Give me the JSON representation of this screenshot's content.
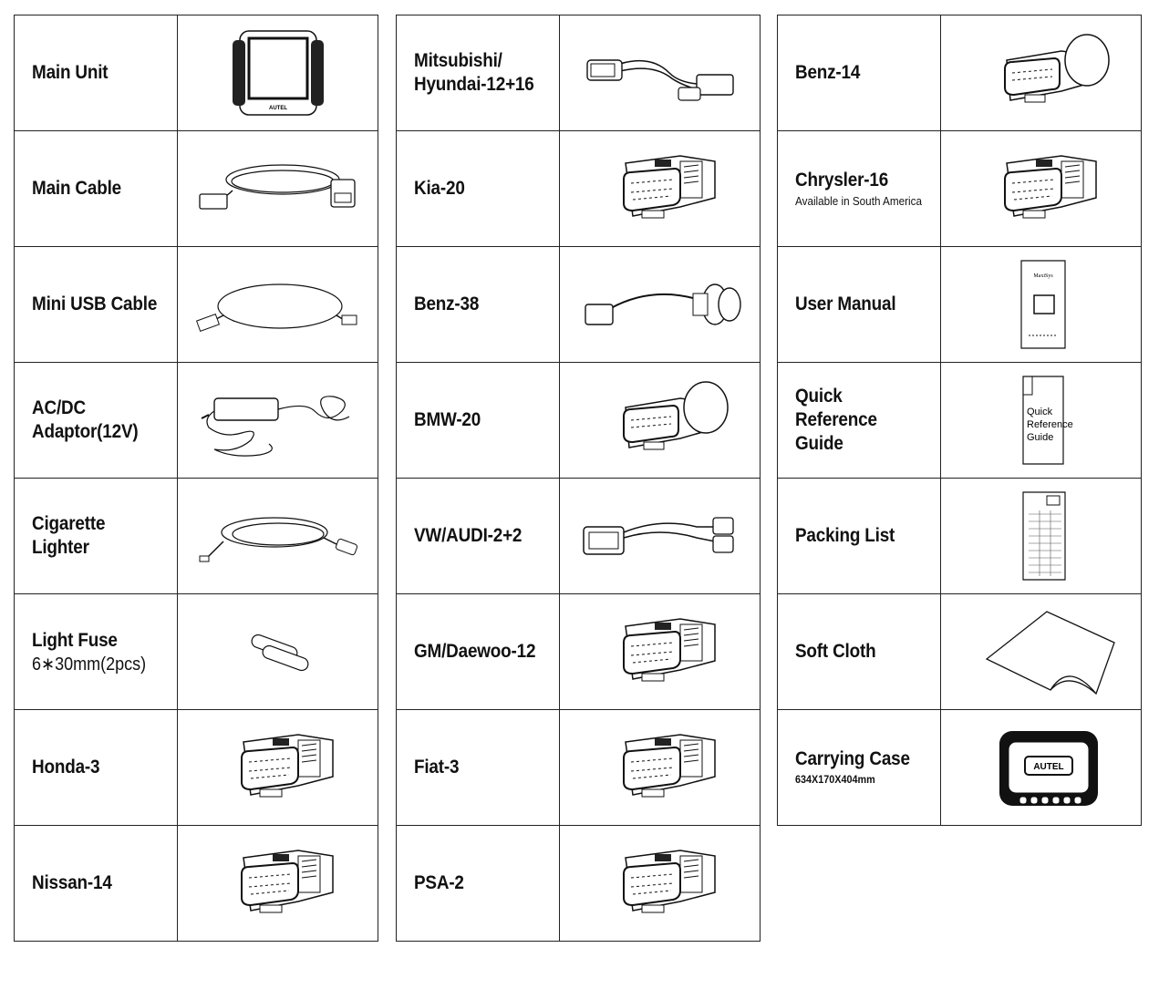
{
  "columns": [
    [
      {
        "label": "Main Unit",
        "sub": "",
        "icon": "tablet-icon"
      },
      {
        "label": "Main Cable",
        "sub": "",
        "icon": "obd-cable-icon"
      },
      {
        "label": "Mini USB Cable",
        "sub": "",
        "icon": "usb-cable-icon"
      },
      {
        "label": "AC/DC\nAdaptor(12V)",
        "sub": "",
        "icon": "power-adapter-icon"
      },
      {
        "label": "Cigarette Lighter",
        "sub": "",
        "icon": "cigarette-lighter-cable-icon"
      },
      {
        "label": "Light Fuse",
        "sub": "6∗30mm(2pcs)",
        "subStyle": "big",
        "icon": "fuse-icon"
      },
      {
        "label": "Honda-3",
        "sub": "",
        "icon": "obd-adapter-icon"
      },
      {
        "label": "Nissan-14",
        "sub": "",
        "icon": "obd-adapter-icon"
      }
    ],
    [
      {
        "label": "Mitsubishi/\nHyundai-12+16",
        "sub": "",
        "icon": "y-cable-icon"
      },
      {
        "label": "Kia-20",
        "sub": "",
        "icon": "obd-adapter-icon"
      },
      {
        "label": "Benz-38",
        "sub": "",
        "icon": "round-connector-cable-icon"
      },
      {
        "label": "BMW-20",
        "sub": "",
        "icon": "round-obd-adapter-icon"
      },
      {
        "label": "VW/AUDI-2+2",
        "sub": "",
        "icon": "split-cable-icon"
      },
      {
        "label": "GM/Daewoo-12",
        "sub": "",
        "icon": "obd-adapter-icon"
      },
      {
        "label": "Fiat-3",
        "sub": "",
        "icon": "obd-adapter-icon"
      },
      {
        "label": "PSA-2",
        "sub": "",
        "icon": "obd-adapter-icon"
      }
    ],
    [
      {
        "label": "Benz-14",
        "sub": "",
        "icon": "round-obd-adapter-icon"
      },
      {
        "label": "Chrysler-16",
        "sub": "Available in South America",
        "icon": "obd-adapter-icon"
      },
      {
        "label": "User Manual",
        "sub": "",
        "icon": "manual-icon"
      },
      {
        "label": "Quick Reference\nGuide",
        "sub": "",
        "icon": "quick-guide-icon",
        "docText": "Quick\nReference\nGuide"
      },
      {
        "label": "Packing List",
        "sub": "",
        "icon": "packing-list-icon"
      },
      {
        "label": "Soft Cloth",
        "sub": "",
        "icon": "cloth-icon"
      },
      {
        "label": "Carrying Case",
        "sub": "634X170X404mm",
        "subStyle": "bold",
        "icon": "carrying-case-icon",
        "brand": "AUTEL"
      }
    ]
  ],
  "unitBrand": "AUTEL",
  "manualTitle": "MaxiSys"
}
